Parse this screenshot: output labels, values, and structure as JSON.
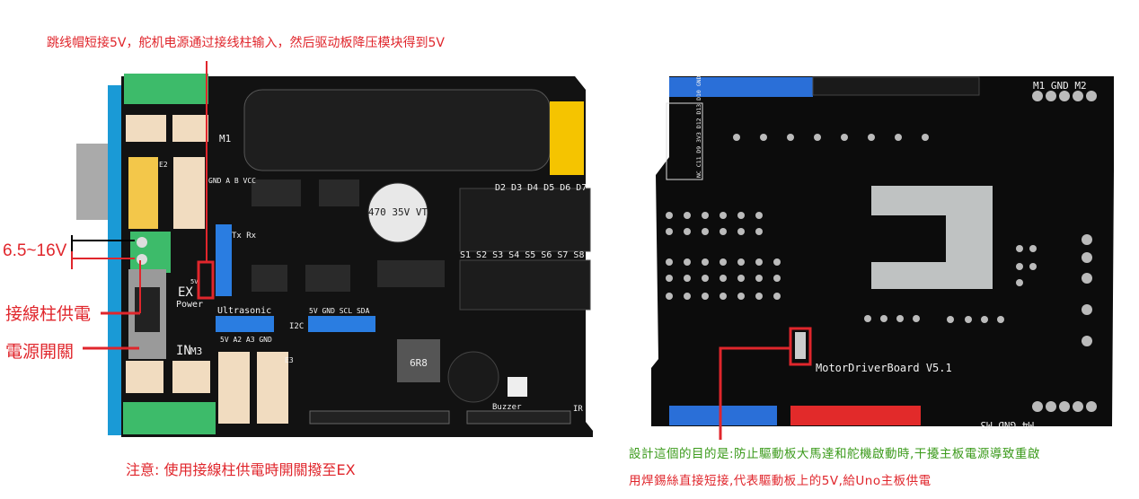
{
  "annotations": {
    "top_note": "跳线帽短接5V，舵机电源通过接线柱输入，然后驱动板降压模块得到5V",
    "voltage_range": "6.5~16V",
    "terminal_power": "接線柱供電",
    "power_switch": "電源開關",
    "switch_note": "注意: 使用接線柱供電時開關撥至EX",
    "design_purpose": "設計這個的目的是:防止驅動板大馬達和舵機啟動時,干擾主板電源導致重啟",
    "solder_bridge_note": "用焊錫絲直接短接,代表驅動板上的5V,給Uno主板供電"
  },
  "left_board": {
    "labels": {
      "m1": "M1",
      "m3": "M3",
      "e2": "E2",
      "e3": "E3",
      "ex": "EX",
      "in": "IN",
      "power": "Power",
      "fivev": "5V",
      "enc_pins": "GND A B VCC",
      "ultrasonic": "Ultrasonic",
      "ultra_pins": "5V  A2  A3  GND",
      "i2c": "I2C",
      "i2c_pins": "5V GND SCL SDA",
      "digital": "D2 D3 D4 D5 D6 D7",
      "servo": "S1 S2 S3 S4 S5 S6 S7 S8",
      "uart": "Tx Rx",
      "cap": "470 35V VT",
      "inductor": "6R8",
      "buzzer": "Buzzer",
      "ir": "IR"
    },
    "colors": {
      "pcb": "#111111",
      "terminal": "#3dbb6a",
      "header_blue": "#2a7de1",
      "header_yellow": "#f5c400",
      "base_blue": "#1a9ad6"
    }
  },
  "right_board": {
    "labels": {
      "model": "MotorDriverBoard V5.1",
      "top_motor": "M1 GND M2",
      "bottom_motor": "M4 GND M3",
      "spi": "NC C11 D9 3V3 D12 D13 D10 GND"
    },
    "colors": {
      "pcb": "#0c0c0c",
      "header_blue": "#2a6fd8",
      "header_red": "#e22a2a",
      "pad": "#bfc2c2"
    }
  },
  "highlight_color": "#e0262c"
}
